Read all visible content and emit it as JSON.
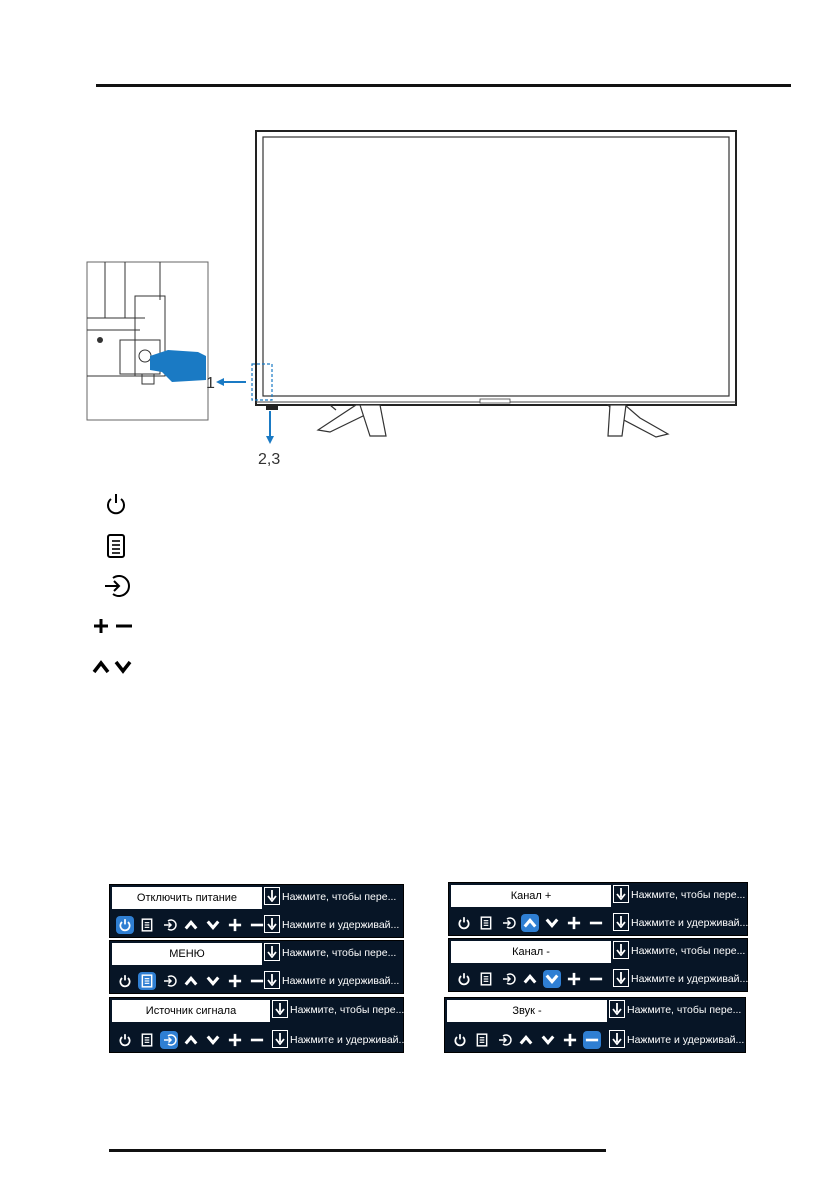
{
  "figure": {
    "callout_1": "1",
    "callout_23": "2,3"
  },
  "legend": [
    {
      "icon": "power-icon"
    },
    {
      "icon": "menu-icon"
    },
    {
      "icon": "source-icon"
    },
    {
      "icon": "plus-minus-icon"
    },
    {
      "icon": "up-down-icon"
    }
  ],
  "panels": [
    {
      "title": "Отключить питание",
      "hint1": "Нажмите, чтобы пере...",
      "hint2": "Нажмите и удерживай...",
      "active": "power"
    },
    {
      "title": "Канал +",
      "hint1": "Нажмите, чтобы пере...",
      "hint2": "Нажмите и удерживай...",
      "active": "up"
    },
    {
      "title": "МЕНЮ",
      "hint1": "Нажмите, чтобы пере...",
      "hint2": "Нажмите и удерживай...",
      "active": "menu"
    },
    {
      "title": "Канал -",
      "hint1": "Нажмите, чтобы пере...",
      "hint2": "Нажмите и удерживай...",
      "active": "down"
    },
    {
      "title": "Источник сигнала",
      "hint1": "Нажмите, чтобы пере...",
      "hint2": "Нажмите и удерживай...",
      "active": "source"
    },
    {
      "title": "Звук -",
      "hint1": "Нажмите, чтобы пере...",
      "hint2": "Нажмите и удерживай...",
      "active": "minus"
    }
  ],
  "colors": {
    "accent": "#2f7fd3",
    "panel_bg": "#071526",
    "arrow": "#1a7ac4"
  }
}
